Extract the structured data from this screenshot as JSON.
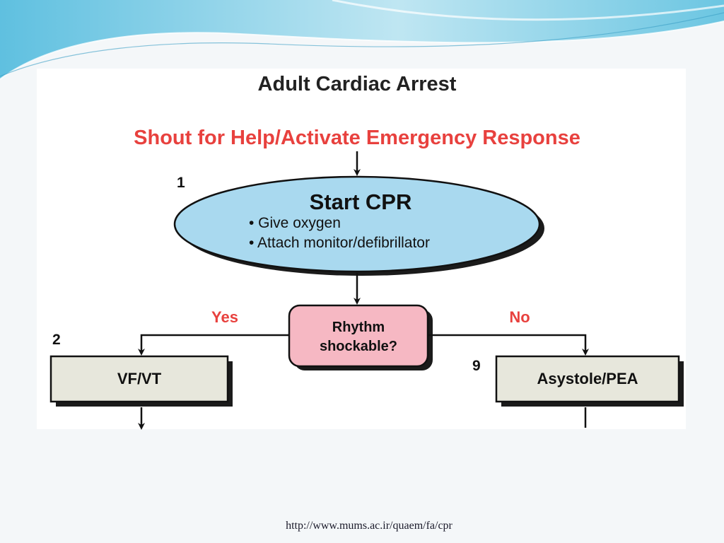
{
  "diagram": {
    "title": "Adult Cardiac Arrest",
    "shout": "Shout for Help/Activate Emergency Response",
    "step1": {
      "number": "1",
      "title": "Start CPR",
      "bullets": [
        "• Give oxygen",
        "• Attach monitor/defibrillator"
      ]
    },
    "decision": {
      "line1": "Rhythm",
      "line2": "shockable?"
    },
    "yes_label": "Yes",
    "no_label": "No",
    "step2": {
      "number": "2",
      "label": "VF/VT"
    },
    "step9": {
      "number": "9",
      "label": "Asystole/PEA"
    }
  },
  "footer": {
    "source_url": "http://www.mums.ac.ir/quaem/fa/cpr"
  },
  "colors": {
    "ellipse_fill": "#a9d9ef",
    "decision_fill": "#f6b8c3",
    "box_fill": "#e7e7dc",
    "accent_red": "#e8413e"
  }
}
